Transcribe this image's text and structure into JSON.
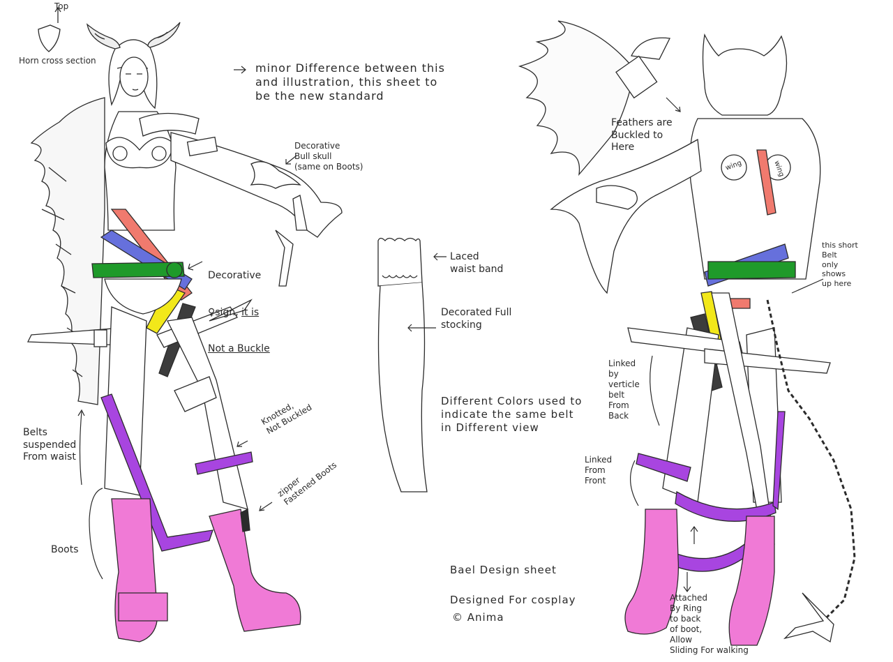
{
  "notes": {
    "top": "Top",
    "horn_cross_section": "Horn cross section",
    "minor_difference": "minor Difference between this\nand illustration, this sheet to\nbe the new standard",
    "decorative_bull_skull": "Decorative\nBull skull\n(same on Boots)",
    "decorative_sign_line1": "Decorative",
    "decorative_sign_line2": "♀sign,",
    "decorative_sign_underlined_1": "it is",
    "decorative_sign_underlined_2": "Not a Buckle",
    "laced_waist_band": "Laced\nwaist band",
    "decorated_full_stocking": "Decorated Full\nstocking",
    "different_colors": "Different Colors used to\nindicate the same belt\nin Different view",
    "knotted": "Knotted,\nNot Buckled",
    "zipper": "zipper\nFastened Boots",
    "belts_suspended": "Belts\nsuspended\nFrom waist",
    "boots": "Boots",
    "bael_design_sheet": "Bael Design sheet",
    "designed_for_cosplay": "Designed For cosplay",
    "copyright": "© Anima",
    "feathers_buckled": "Feathers are\nBuckled to\nHere",
    "short_belt": "this short\nBelt\nonly\nshows\nup here",
    "linked_verticle": "Linked\nby\nverticle\nbelt\nFrom\nBack",
    "linked_front": "Linked\nFrom\nFront",
    "attached_by_ring": "Attached\nBy Ring\nto back\nof boot,\nAllow\nSliding For walking",
    "wing_label": "wing"
  },
  "colors": {
    "belt_red": "#f07a6e",
    "belt_blue": "#6670dc",
    "belt_green": "#1f9a2a",
    "belt_yellow": "#f2e81a",
    "belt_dark": "#3c3c3c",
    "belt_purple": "#a845e0",
    "boot_pink": "#f07ad6",
    "ink": "#2b2b2b"
  }
}
